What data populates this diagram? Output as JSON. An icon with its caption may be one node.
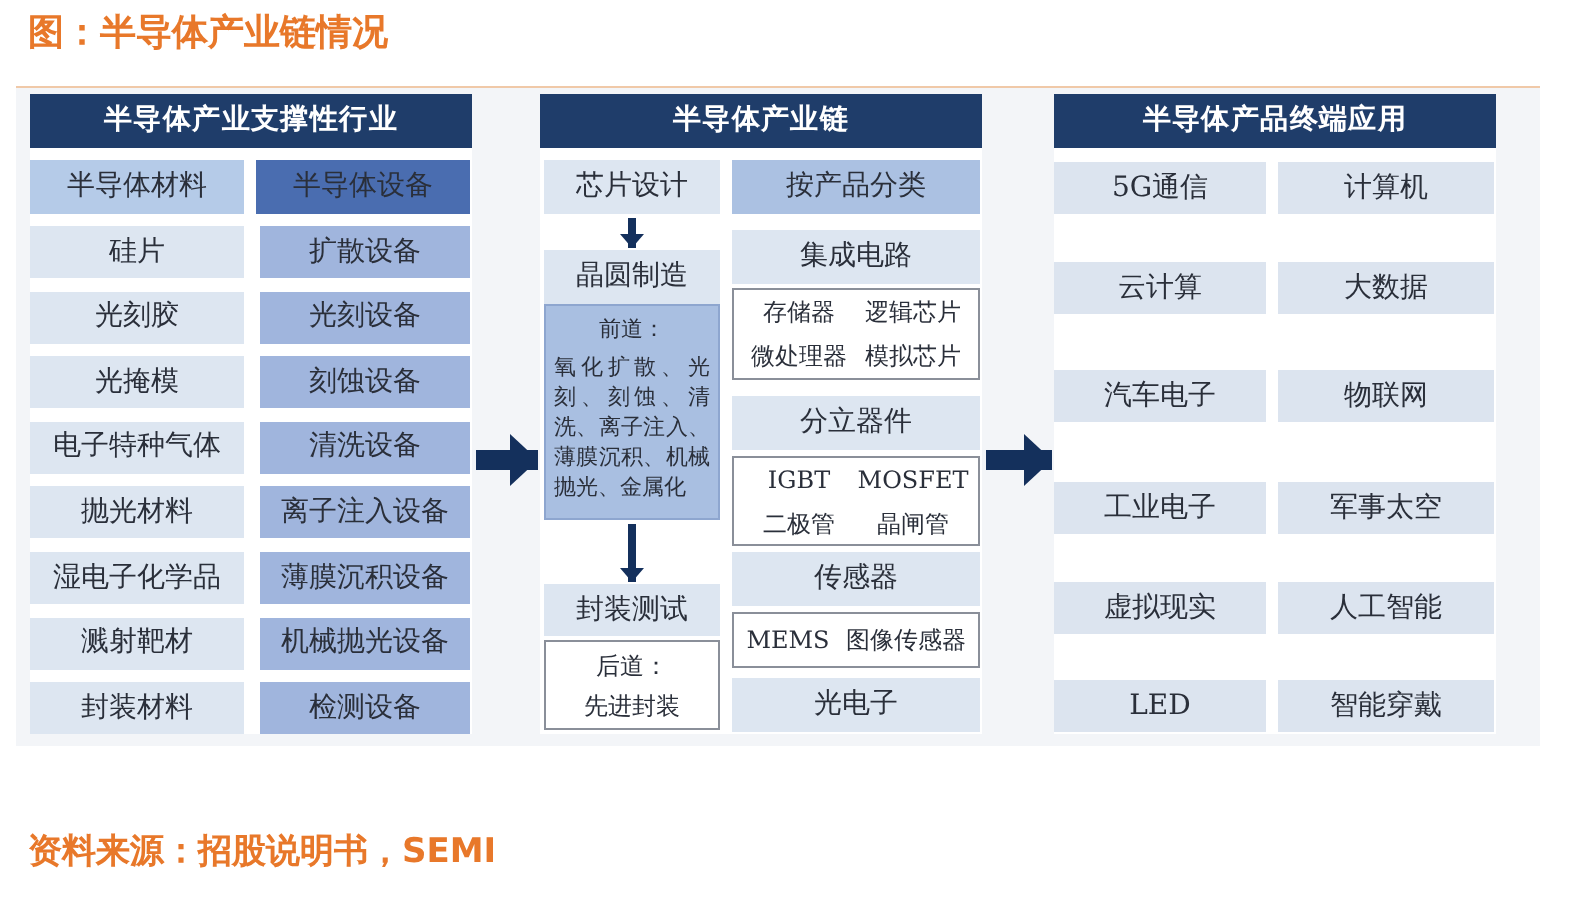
{
  "diagram": {
    "title": "图：半导体产业链情况",
    "caption": "资料来源：招股说明书，SEMI",
    "nodes": [
      {
        "text": [
          "半导体产业支撑性行业"
        ]
      },
      {
        "text": [
          "半导体材料"
        ],
        "in": 0
      },
      {
        "text": [
          "半导体设备"
        ],
        "in": 0
      },
      {
        "text": [
          "硅片"
        ],
        "in": 0
      },
      {
        "text": [
          "扩散设备"
        ],
        "in": 0
      },
      {
        "text": [
          "光刻胶"
        ],
        "in": 0
      },
      {
        "text": [
          "光刻设备"
        ],
        "in": 0
      },
      {
        "text": [
          "光掩模"
        ],
        "in": 0
      },
      {
        "text": [
          "刻蚀设备"
        ],
        "in": 0
      },
      {
        "text": [
          "电子特种气体"
        ],
        "in": 0
      },
      {
        "text": [
          "清洗设备"
        ],
        "in": 0
      },
      {
        "text": [
          "抛光材料"
        ],
        "in": 0
      },
      {
        "text": [
          "离子注入设备"
        ],
        "in": 0
      },
      {
        "text": [
          "湿电子化学品"
        ],
        "in": 0
      },
      {
        "text": [
          "薄膜沉积设备"
        ],
        "in": 0
      },
      {
        "text": [
          "溅射靶材"
        ],
        "in": 0
      },
      {
        "text": [
          "机械抛光设备"
        ],
        "in": 0
      },
      {
        "text": [
          "封装材料"
        ],
        "in": 0
      },
      {
        "text": [
          "检测设备"
        ],
        "in": 0
      },
      {
        "text": [
          "半导体产业链"
        ]
      },
      {
        "text": [
          "芯片设计"
        ],
        "in": 19
      },
      {
        "text": [
          "晶圆制造"
        ],
        "in": 19
      },
      {
        "text": [
          "前道：",
          "氧化扩散、光刻、刻蚀、清洗、离子注入、薄膜沉积、机械抛光、金属化"
        ],
        "in": 19
      },
      {
        "text": [
          "封装测试"
        ],
        "in": 19
      },
      {
        "text": [
          "后道：",
          "先进封装"
        ],
        "in": 19
      },
      {
        "text": [
          "按产品分类"
        ],
        "in": 19
      },
      {
        "text": [
          "集成电路"
        ],
        "in": 19
      },
      {
        "text": [
          "存储器",
          "逻辑芯片",
          "微处理器",
          "模拟芯片"
        ],
        "in": 19
      },
      {
        "text": [
          "分立器件"
        ],
        "in": 19
      },
      {
        "text": [
          "IGBT",
          "MOSFET",
          "二极管",
          "晶闸管"
        ],
        "in": 19
      },
      {
        "text": [
          "传感器"
        ],
        "in": 19
      },
      {
        "text": [
          "MEMS",
          "图像传感器"
        ],
        "in": 19
      },
      {
        "text": [
          "光电子"
        ],
        "in": 19
      },
      {
        "text": [
          "半导体产品终端应用"
        ]
      },
      {
        "text": [
          "5G通信"
        ],
        "in": 33
      },
      {
        "text": [
          "计算机"
        ],
        "in": 33
      },
      {
        "text": [
          "云计算"
        ],
        "in": 33
      },
      {
        "text": [
          "大数据"
        ],
        "in": 33
      },
      {
        "text": [
          "汽车电子"
        ],
        "in": 33
      },
      {
        "text": [
          "物联网"
        ],
        "in": 33
      },
      {
        "text": [
          "工业电子"
        ],
        "in": 33
      },
      {
        "text": [
          "军事太空"
        ],
        "in": 33
      },
      {
        "text": [
          "虚拟现实"
        ],
        "in": 33
      },
      {
        "text": [
          "人工智能"
        ],
        "in": 33
      },
      {
        "text": [
          "LED"
        ],
        "in": 33
      },
      {
        "text": [
          "智能穿戴"
        ],
        "in": 33
      }
    ],
    "edges": [
      {
        "from": 0,
        "to": 19,
        "arrow": "to",
        "style": "thick"
      },
      {
        "from": 19,
        "to": 33,
        "arrow": "to",
        "style": "thick"
      },
      {
        "from": 20,
        "to": 21,
        "arrow": "to"
      },
      {
        "from": 22,
        "to": 23,
        "arrow": "to"
      }
    ]
  }
}
